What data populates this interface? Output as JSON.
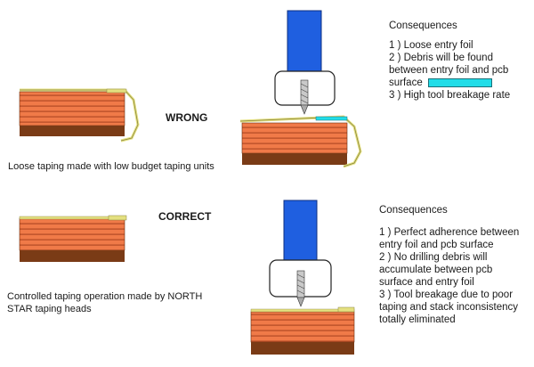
{
  "wrong": {
    "label": "WRONG",
    "caption": "Loose taping made with low budget taping units",
    "consequences_title": "Consequences",
    "consequences": [
      "1 ) Loose entry foil",
      "2 ) Debris will be found",
      "between entry foil and pcb",
      "surface",
      "3 ) High tool breakage rate"
    ]
  },
  "correct": {
    "label": "CORRECT",
    "caption_lines": [
      "Controlled taping operation made by NORTH",
      "STAR taping heads"
    ],
    "consequences_title": "Consequences",
    "consequences": [
      "1 ) Perfect adherence between",
      "entry foil and pcb surface",
      "2 ) No drilling debris will",
      "accumulate between pcb",
      "surface and entry foil",
      "3 ) Tool breakage due to poor",
      "taping and stack inconsistency",
      "totally eliminated"
    ]
  },
  "colors": {
    "board_orange": "#f07a48",
    "board_stripe": "#b24a24",
    "board_base": "#7a3b16",
    "tape_yellow": "#e4e080",
    "spindle_blue": "#1f5fe0",
    "debris_cyan": "#22dde8"
  }
}
